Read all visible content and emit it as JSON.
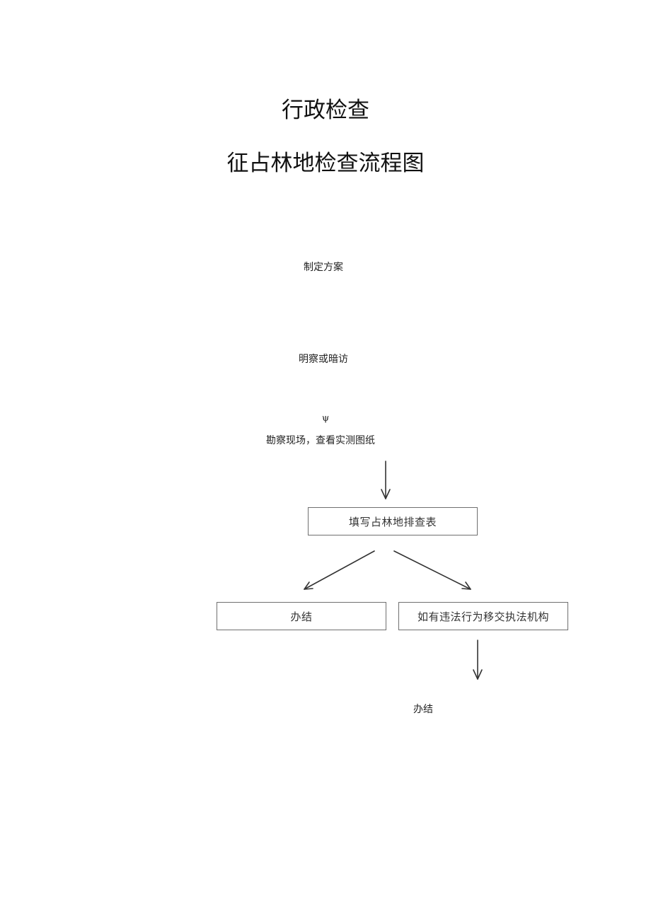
{
  "title": "行政检查",
  "subtitle": "征占林地检查流程图",
  "steps": {
    "plan": "制定方案",
    "visit": "明察或暗访",
    "connector_glyph": "ψ",
    "survey": "勘察现场，查看实测图纸",
    "fill_form": "填写占林地排查表",
    "close_left": "办结",
    "transfer": "如有违法行为移交执法机构",
    "close_final": "办结"
  }
}
